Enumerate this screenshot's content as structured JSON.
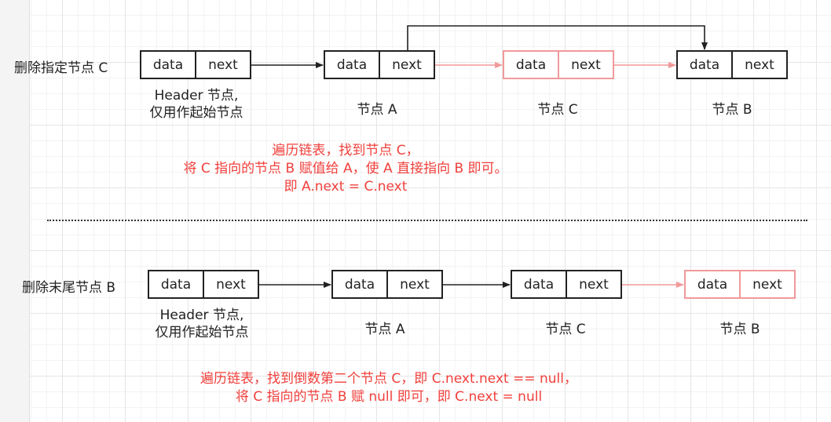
{
  "cell_labels": {
    "data": "data",
    "next": "next"
  },
  "top": {
    "title": "删除指定节点 C",
    "header_label_1": "Header 节点,",
    "header_label_2": "仅用作起始节点",
    "node_a": "节点 A",
    "node_c": "节点 C",
    "node_b": "节点 B",
    "note_1": "遍历链表，找到节点 C，",
    "note_2": "将 C 指向的节点 B 赋值给 A，使 A 直接指向 B 即可。",
    "note_3": "即 A.next = C.next"
  },
  "bottom": {
    "title": "删除末尾节点 B",
    "header_label_1": "Header 节点,",
    "header_label_2": "仅用作起始节点",
    "node_a": "节点 A",
    "node_c": "节点 C",
    "node_b": "节点 B",
    "note_1": "遍历链表，找到倒数第二个节点 C，即 C.next.next == null，",
    "note_2": "将 C 指向的节点 B 赋 null 即可，即 C.next = null"
  },
  "colors": {
    "highlight": "#f19999",
    "note": "#f0403c",
    "stroke": "#222222"
  }
}
